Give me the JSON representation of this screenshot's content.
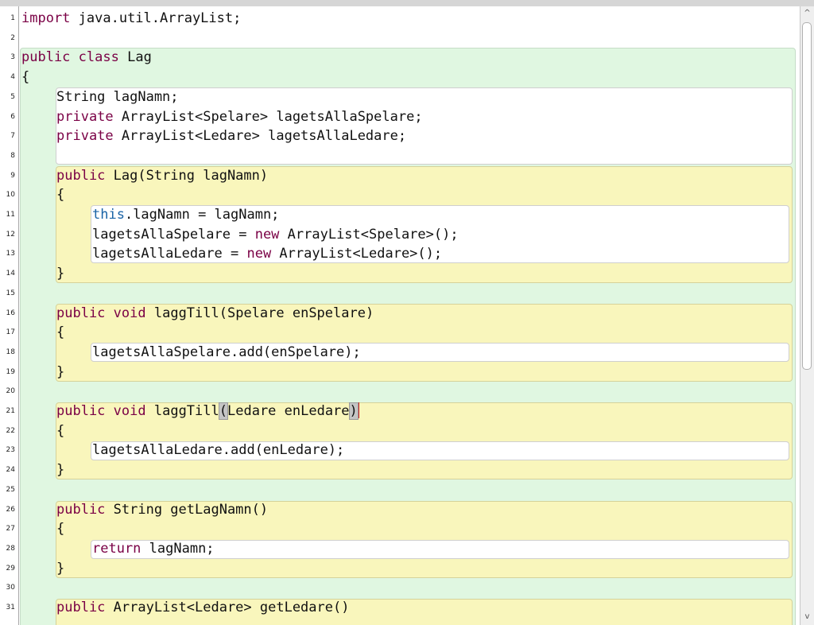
{
  "line_numbers": [
    "1",
    "2",
    "3",
    "4",
    "5",
    "6",
    "7",
    "8",
    "9",
    "10",
    "11",
    "12",
    "13",
    "14",
    "15",
    "16",
    "17",
    "18",
    "19",
    "20",
    "21",
    "22",
    "23",
    "24",
    "25",
    "26",
    "27",
    "28",
    "29",
    "30",
    "31"
  ],
  "code": {
    "l1": {
      "a": "import",
      "b": " java.util.ArrayList;"
    },
    "l3": {
      "a": "public",
      "b": " ",
      "c": "class",
      "d": " Lag"
    },
    "l4": {
      "a": "{"
    },
    "l5": {
      "a": "String lagNamn;"
    },
    "l6": {
      "a": "private",
      "b": " ArrayList<Spelare> lagetsAllaSpelare;"
    },
    "l7": {
      "a": "private",
      "b": " ArrayList<Ledare> lagetsAllaLedare;"
    },
    "l9": {
      "a": "public",
      "b": " Lag(String lagNamn)"
    },
    "l10": {
      "a": "{"
    },
    "l11": {
      "a": "this",
      "b": ".lagNamn = lagNamn;"
    },
    "l12": {
      "a": "lagetsAllaSpelare = ",
      "b": "new",
      "c": " ArrayList<Spelare>();"
    },
    "l13": {
      "a": "lagetsAllaLedare = ",
      "b": "new",
      "c": " ArrayList<Ledare>();"
    },
    "l14": {
      "a": "}"
    },
    "l16": {
      "a": "public",
      "b": " ",
      "c": "void",
      "d": " laggTill(Spelare enSpelare)"
    },
    "l17": {
      "a": "{"
    },
    "l18": {
      "a": "lagetsAllaSpelare.add(enSpelare);"
    },
    "l19": {
      "a": "}"
    },
    "l21": {
      "a": "public",
      "b": " ",
      "c": "void",
      "d": " laggTill",
      "e": "(",
      "f": "Ledare enLedare",
      "g": ")"
    },
    "l22": {
      "a": "{"
    },
    "l23": {
      "a": "lagetsAllaLedare.add(enLedare);"
    },
    "l24": {
      "a": "}"
    },
    "l26": {
      "a": "public",
      "b": " String getLagNamn()"
    },
    "l27": {
      "a": "{"
    },
    "l28": {
      "a": "return",
      "b": " lagNamn;"
    },
    "l29": {
      "a": "}"
    },
    "l31": {
      "a": "public",
      "b": " ArrayList<Ledare> getLedare()"
    }
  },
  "scrollbar": {
    "up_arrow": "^",
    "down_arrow": "v"
  },
  "colors": {
    "class_scope": "#e0f7e1",
    "method_scope": "#f9f6bc",
    "body_scope": "#ffffff",
    "keyword": "#7a0045",
    "this_keyword": "#1963a6",
    "caret": "#d02020"
  }
}
